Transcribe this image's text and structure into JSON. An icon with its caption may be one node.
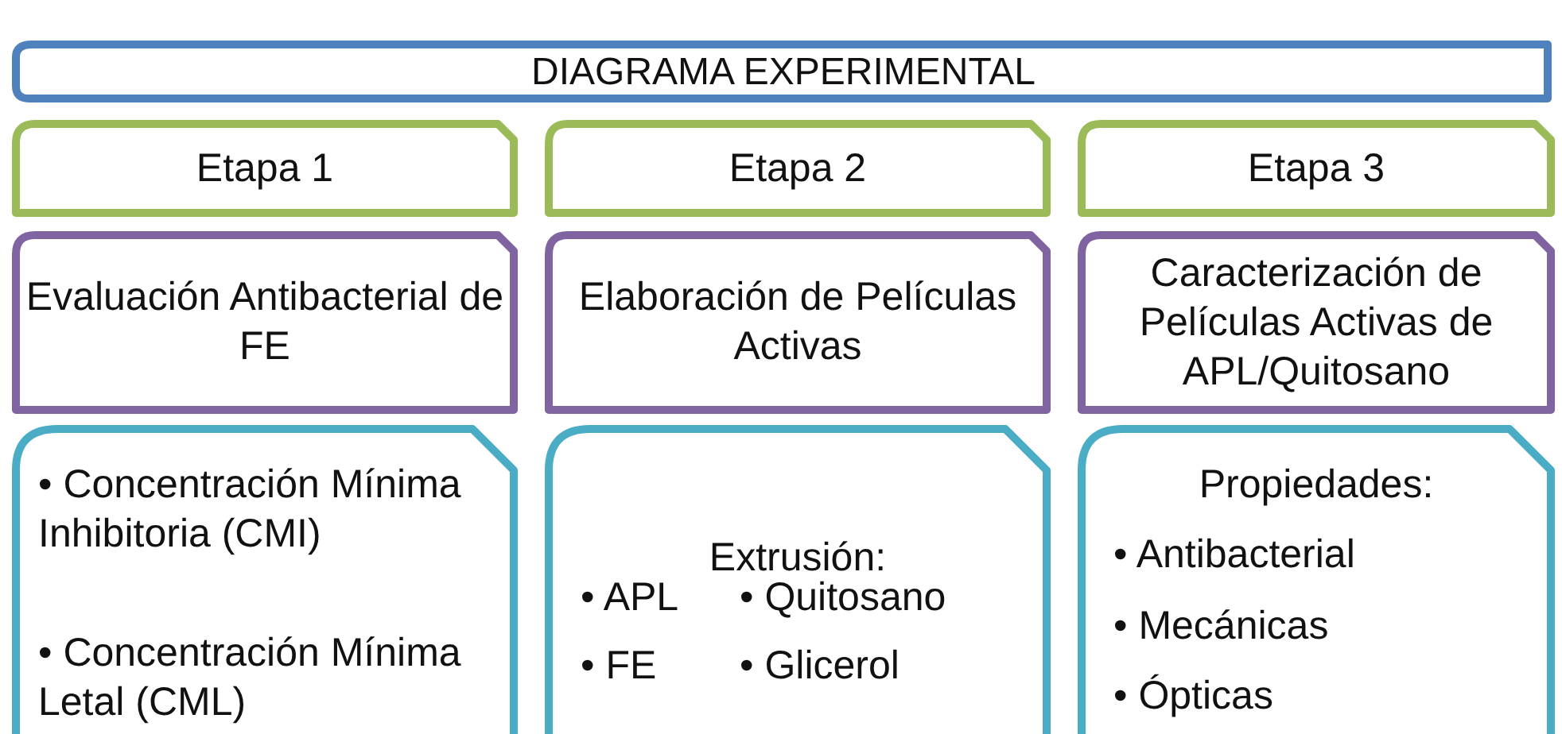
{
  "diagram": {
    "nodes": [
      {
        "text": [
          "DIAGRAMA EXPERIMENTAL"
        ]
      },
      {
        "text": [
          "Etapa 1"
        ]
      },
      {
        "text": [
          "Etapa 2"
        ]
      },
      {
        "text": [
          "Etapa 3"
        ]
      },
      {
        "text": [
          "Evaluación Antibacterial de FE"
        ]
      },
      {
        "text": [
          "Elaboración de Películas Activas"
        ]
      },
      {
        "text": [
          "Caracterización de Películas Activas de APL/Quitosano"
        ]
      },
      {
        "text": [
          "• Concentración Mínima Inhibitoria (CMI)",
          "• Concentración Mínima Letal (CML)"
        ]
      },
      {
        "text": [
          "Extrusión:",
          "• APL",
          "• Quitosano",
          "• FE",
          "• Glicerol"
        ]
      },
      {
        "text": [
          "Propiedades:",
          "• Antibacterial",
          "• Mecánicas",
          "• Ópticas"
        ]
      }
    ]
  }
}
